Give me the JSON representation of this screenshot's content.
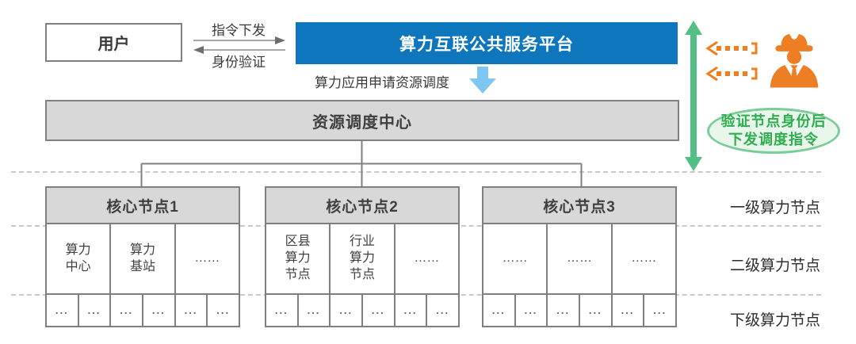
{
  "user": {
    "label": "用户"
  },
  "link": {
    "top_label": "指令下发",
    "bottom_label": "身份验证"
  },
  "platform": {
    "label": "算力互联公共服务平台"
  },
  "dispatch": {
    "label": "算力应用申请资源调度"
  },
  "scheduler": {
    "label": "资源调度中心"
  },
  "nodes": [
    {
      "title": "核心节点1",
      "cells": [
        "算力\n中心",
        "算力\n基站",
        "……"
      ]
    },
    {
      "title": "核心节点2",
      "cells": [
        "区县\n算力\n节点",
        "行业\n算力\n节点",
        "……"
      ]
    },
    {
      "title": "核心节点3",
      "cells": [
        "……",
        "……",
        "……"
      ]
    }
  ],
  "levels": [
    {
      "label": "一级算力节点"
    },
    {
      "label": "二级算力节点"
    },
    {
      "label": "下级算力节点"
    }
  ],
  "note": {
    "text": "验证节点身份后\n下发调度指令"
  },
  "misc": {
    "dots": "..."
  },
  "icons": [
    "right-arrow-icon",
    "left-arrow-icon",
    "down-arrow-icon",
    "green-double-arrow-icon",
    "orange-dashed-arrow-icon",
    "spy-icon"
  ],
  "colors": {
    "platform_blue": "#0d76bd",
    "light_blue_arrow": "#7fc7f0",
    "box_gray_fill": "#d8d8d8",
    "border_gray": "#7f7f7f",
    "dashed_gray": "#c9c9c9",
    "green_arrow": "#52bf85",
    "note_green_text": "#2fae4f",
    "note_green_border": "#7ccb98",
    "note_green_bg": "#e9f6ec",
    "orange": "#ef7e1e",
    "text_dark": "#3a3a3a"
  }
}
